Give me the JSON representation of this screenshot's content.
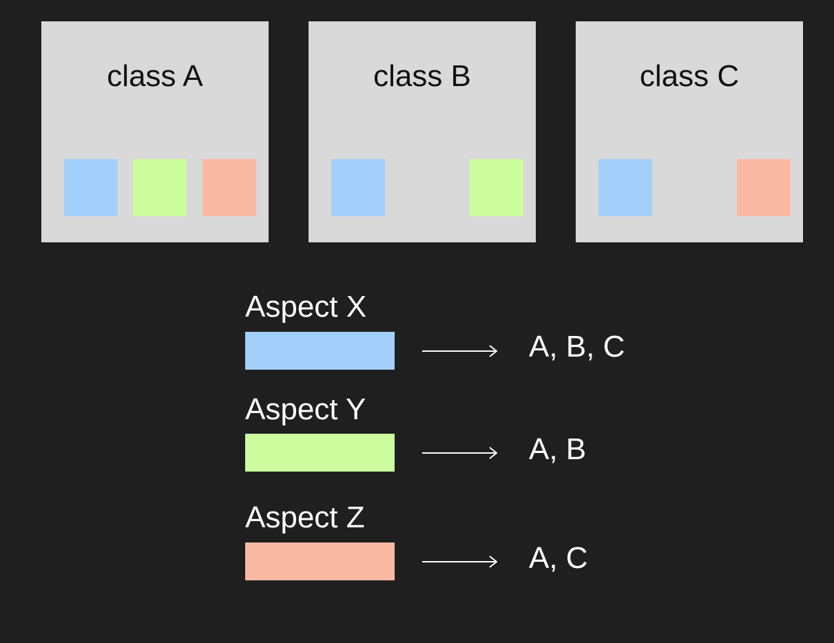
{
  "colors": {
    "background": "#1f1f1f",
    "box": "#d9d9d9",
    "aspect_x": "#a3cffb",
    "aspect_y": "#cdfd9f",
    "aspect_z": "#fab9a3"
  },
  "classes": [
    {
      "title": "class A",
      "aspects": [
        "x",
        "y",
        "z"
      ]
    },
    {
      "title": "class B",
      "aspects": [
        "x",
        "y"
      ]
    },
    {
      "title": "class C",
      "aspects": [
        "x",
        "z"
      ]
    }
  ],
  "legend": [
    {
      "label": "Aspect X",
      "targets": "A, B, C"
    },
    {
      "label": "Aspect Y",
      "targets": "A, B"
    },
    {
      "label": "Aspect Z",
      "targets": "A, C"
    }
  ]
}
